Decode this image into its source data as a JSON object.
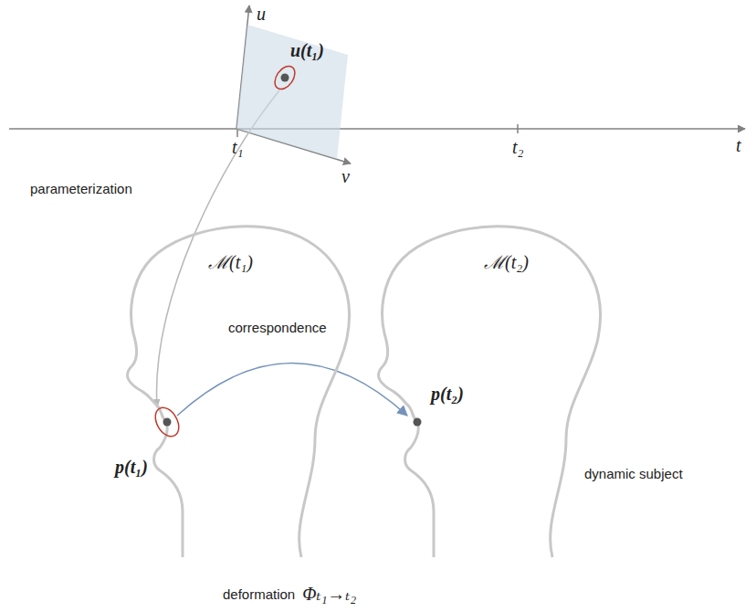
{
  "diagram": {
    "nodes": [
      {
        "text": [
          "u(t₁)"
        ]
      },
      {
        "text": [
          "ℳ(t₁)"
        ]
      },
      {
        "text": [
          "ℳ(t₂)"
        ]
      }
    ],
    "edges": [
      {
        "from": 0,
        "to": 1,
        "arrow": "to",
        "label": "parameterization"
      },
      {
        "from": 1,
        "to": 2,
        "arrow": "to",
        "label": "correspondence"
      }
    ],
    "labels": [
      "u",
      "v",
      "t₁",
      "t₂",
      "t",
      "p(t₁)",
      "p(t₂)",
      "dynamic subject",
      "deformation",
      "Φₜ₁→ₜ₂"
    ]
  }
}
